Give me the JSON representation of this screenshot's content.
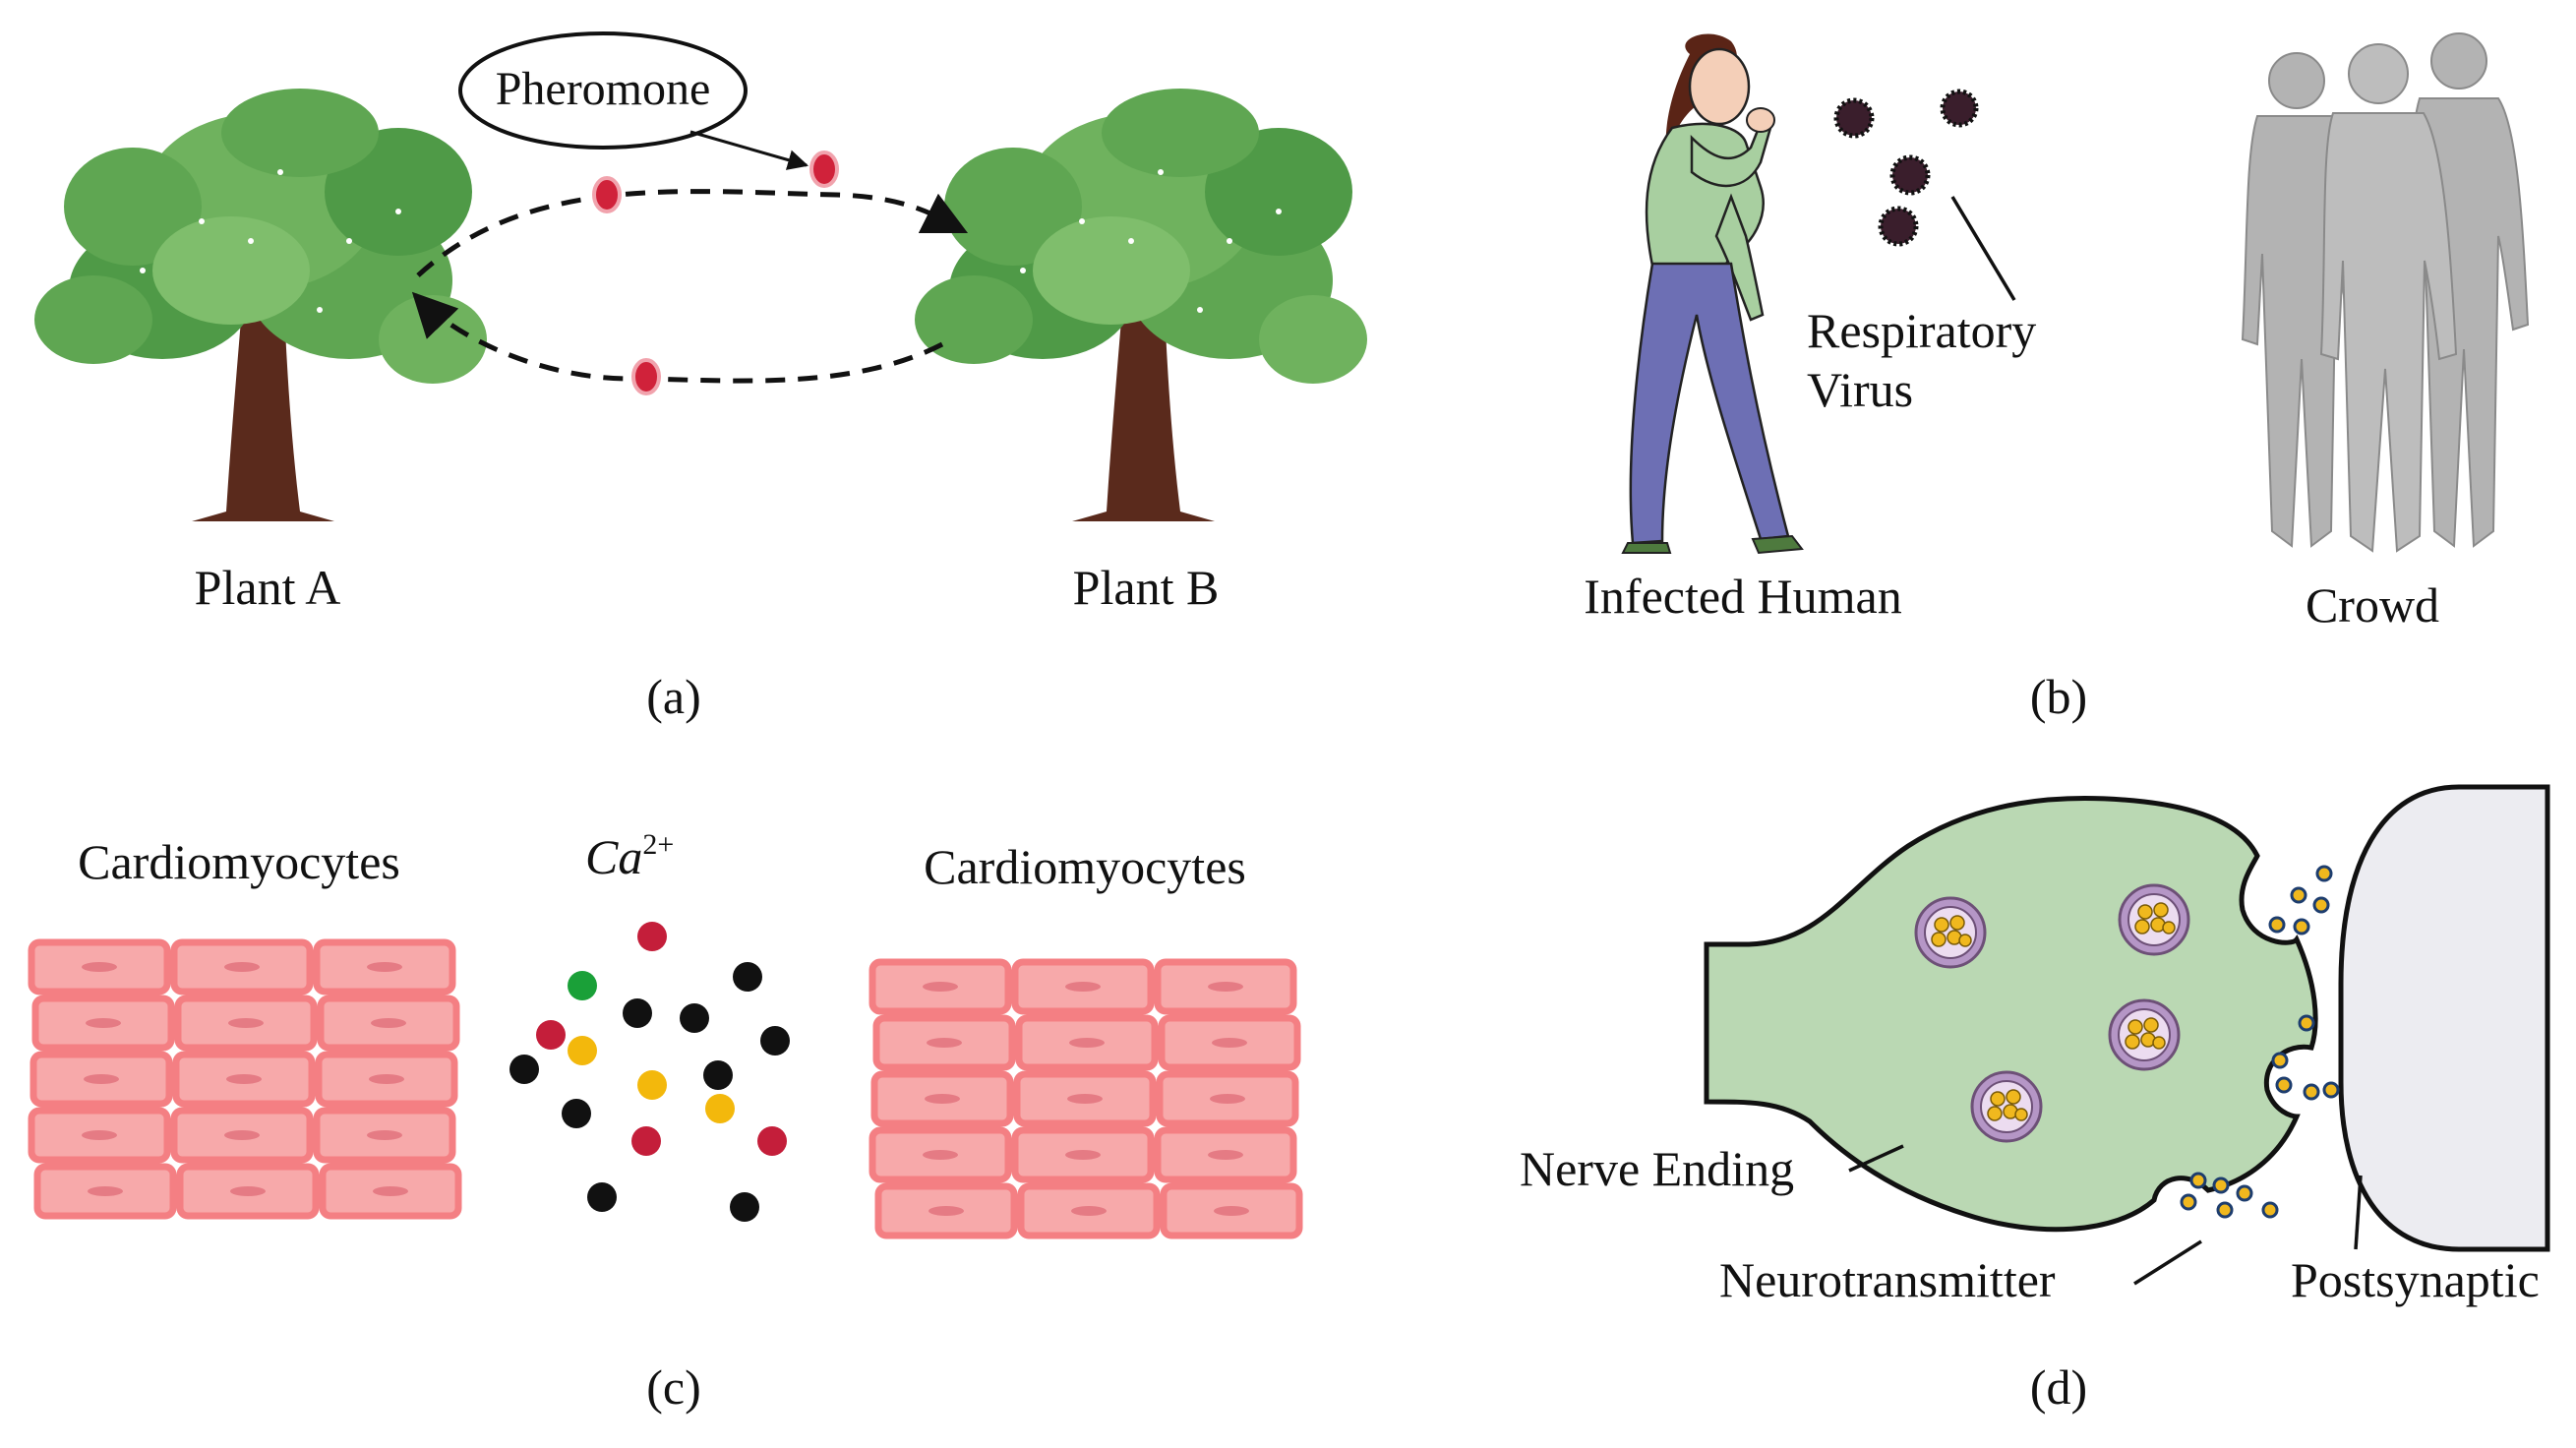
{
  "panel_a": {
    "caption": "(a)",
    "plant_a_label": "Plant A",
    "plant_b_label": "Plant B",
    "pheromone_label": "Pheromone"
  },
  "panel_b": {
    "caption": "(b)",
    "infected_label": "Infected Human",
    "virus_label_line1": "Respiratory",
    "virus_label_line2": "Virus",
    "crowd_label": "Crowd"
  },
  "panel_c": {
    "caption": "(c)",
    "left_cells_label": "Cardiomyocytes",
    "right_cells_label": "Cardiomyocytes",
    "ion_label": "Ca",
    "ion_superscript": "2+"
  },
  "panel_d": {
    "caption": "(d)",
    "nerve_label": "Nerve Ending",
    "neurotransmitter_label": "Neurotransmitter",
    "postsynaptic_label": "Postsynaptic"
  },
  "colors": {
    "pheromone": "#d0223a",
    "tree_leaf": "#5fa652",
    "tree_trunk": "#5a2a1c",
    "cell_fill": "#f7a9aa",
    "cell_border": "#f47f83",
    "nerve_fill": "#bad8b3",
    "postsynaptic_fill": "#ececf1",
    "neurotransmitter": "#f0b81e",
    "ion_black": "#111111",
    "ion_red": "#c41e3a",
    "ion_green": "#1aa038",
    "ion_yellow": "#f3b80c"
  }
}
